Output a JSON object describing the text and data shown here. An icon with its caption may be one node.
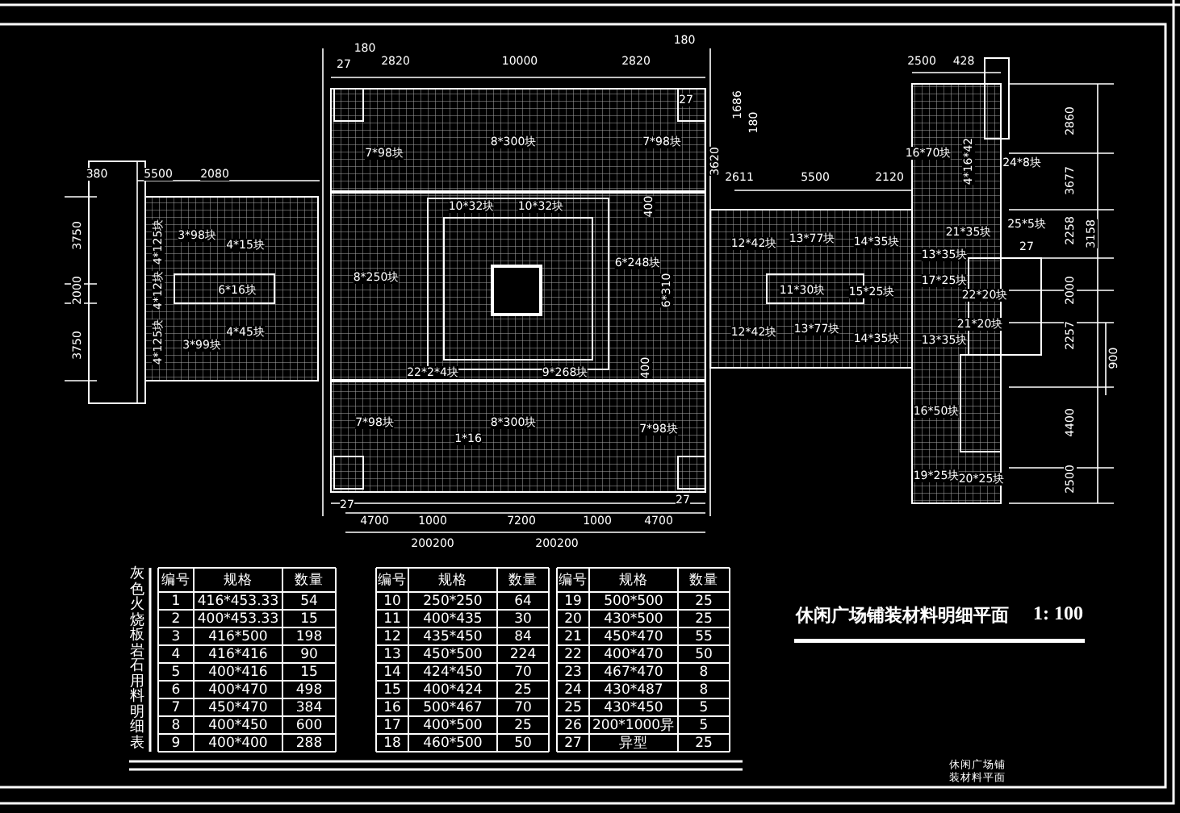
{
  "diagram": {
    "title": "休闲广场铺装材料明细平面",
    "labels": [
      "180",
      "27",
      "2820",
      "10000",
      "180",
      "2820",
      "2500",
      "428",
      "27",
      "1686",
      "180",
      "3620",
      "2611",
      "5500",
      "2120",
      "2860",
      "3677",
      "2258",
      "3158",
      "2000",
      "2257",
      "900",
      "4400",
      "2500",
      "380",
      "5500",
      "2080",
      "3750",
      "2000",
      "3750",
      "4*125块",
      "4*12块",
      "4*125块",
      "3*98块",
      "4*15块",
      "6*16块",
      "4*45块",
      "3*99块",
      "7*98块",
      "8*300块",
      "7*98块",
      "10*32块",
      "10*32块",
      "400",
      "8*250块",
      "6*248块",
      "6*310",
      "400",
      "22*2*4块",
      "9*268块",
      "7*98块",
      "8*300块",
      "1*16",
      "7*98块",
      "27",
      "4700",
      "1000",
      "7200",
      "1000",
      "4700",
      "27",
      "200200",
      "200200",
      "12*42块",
      "13*77块",
      "14*35块",
      "11*30块",
      "15*25块",
      "12*42块",
      "13*77块",
      "14*35块",
      "16*70块",
      "4*16*42",
      "24*8块",
      "25*5块",
      "21*35块",
      "13*35块",
      "17*25块",
      "22*20块",
      "21*20块",
      "13*35块",
      "27",
      "16*50块",
      "19*25块",
      "20*25块",
      "灰色火烧板岩石用料明细表",
      "编号",
      "规格",
      "数量",
      "编号",
      "规格",
      "数量",
      "编号",
      "规格",
      "数量",
      "1",
      "416*453.33",
      "54",
      "10",
      "250*250",
      "64",
      "19",
      "500*500",
      "25",
      "2",
      "400*453.33",
      "15",
      "11",
      "400*435",
      "30",
      "20",
      "430*500",
      "25",
      "3",
      "416*500",
      "198",
      "12",
      "435*450",
      "84",
      "21",
      "450*470",
      "55",
      "4",
      "416*416",
      "90",
      "13",
      "450*500",
      "224",
      "22",
      "400*470",
      "50",
      "5",
      "400*416",
      "15",
      "14",
      "424*450",
      "70",
      "23",
      "467*470",
      "8",
      "6",
      "400*470",
      "498",
      "15",
      "400*424",
      "25",
      "24",
      "430*487",
      "8",
      "7",
      "450*470",
      "384",
      "16",
      "500*467",
      "70",
      "25",
      "430*450",
      "5",
      "8",
      "400*450",
      "600",
      "17",
      "400*500",
      "25",
      "26",
      "200*1000异",
      "5",
      "9",
      "400*400",
      "288",
      "18",
      "460*500",
      "50",
      "27",
      "异型",
      "25",
      "1: 100",
      "休闲广场铺装材料平面"
    ]
  }
}
